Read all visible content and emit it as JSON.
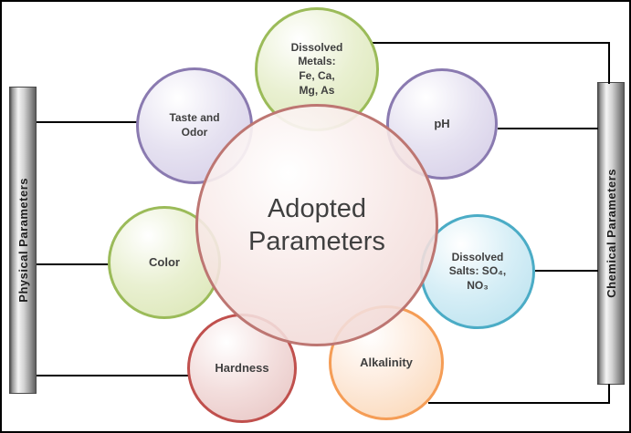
{
  "diagram": {
    "center_node": {
      "label": "Adopted\nParameters",
      "fill": "#f6e4e2",
      "border": "#bd7672"
    },
    "side_bars": {
      "left": {
        "label": "Physical Parameters"
      },
      "right": {
        "label": "Chemical Parameters"
      }
    },
    "nodes": [
      {
        "id": "dissolved-metals",
        "label": "Dissolved\nMetals:\nFe, Ca,\nMg, As",
        "fill": "#e9f0d1",
        "border": "#9bbb59"
      },
      {
        "id": "ph",
        "label": "pH",
        "fill": "#e6e2f1",
        "border": "#8a7ab0"
      },
      {
        "id": "dissolved-salts",
        "label": "Dissolved\nSalts: SO₄,\nNO₃",
        "fill": "#d6eef6",
        "border": "#4bacc6"
      },
      {
        "id": "alkalinity",
        "label": "Alkalinity",
        "fill": "#fdeadb",
        "border": "#f59d56"
      },
      {
        "id": "hardness",
        "label": "Hardness",
        "fill": "#f3dedd",
        "border": "#c0504d"
      },
      {
        "id": "color",
        "label": "Color",
        "fill": "#e9f0d1",
        "border": "#9bbb59"
      },
      {
        "id": "taste-and-odor",
        "label": "Taste and\nOdor",
        "fill": "#e6e2f1",
        "border": "#8a7ab0"
      }
    ],
    "colors": {
      "connector": "#000000",
      "bar_text": "#1f1f1f",
      "label_text": "#3f3f3f"
    }
  }
}
